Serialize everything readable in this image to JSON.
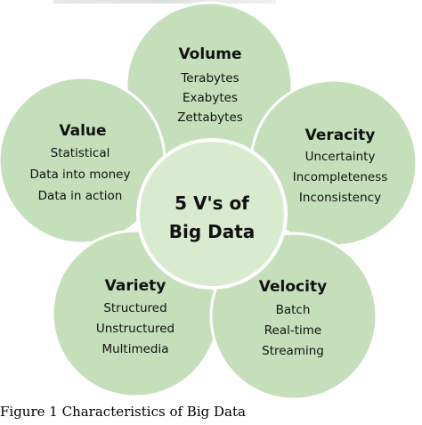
{
  "diagram": {
    "center": {
      "lines": [
        "5 V's of",
        "Big Data"
      ]
    },
    "petals": [
      {
        "id": "volume",
        "title": "Volume",
        "items": [
          "Terabytes",
          "Exabytes",
          "Zettabytes"
        ]
      },
      {
        "id": "veracity",
        "title": "Veracity",
        "items": [
          "Uncertainty",
          "Incompleteness",
          "Inconsistency"
        ]
      },
      {
        "id": "velocity",
        "title": "Velocity",
        "items": [
          "Batch",
          "Real-time",
          "Streaming"
        ]
      },
      {
        "id": "variety",
        "title": "Variety",
        "items": [
          "Structured",
          "Unstructured",
          "Multimedia"
        ]
      },
      {
        "id": "value",
        "title": "Value",
        "items": [
          "Statistical",
          "Data into money",
          "Data in action"
        ]
      }
    ],
    "colors": {
      "petal_fill": "#c5dfbb",
      "petal_stroke": "#ffffff",
      "center_fill": "#d8ebcf",
      "text": "#111111"
    }
  },
  "caption": "Figure 1 Characteristics of Big Data"
}
